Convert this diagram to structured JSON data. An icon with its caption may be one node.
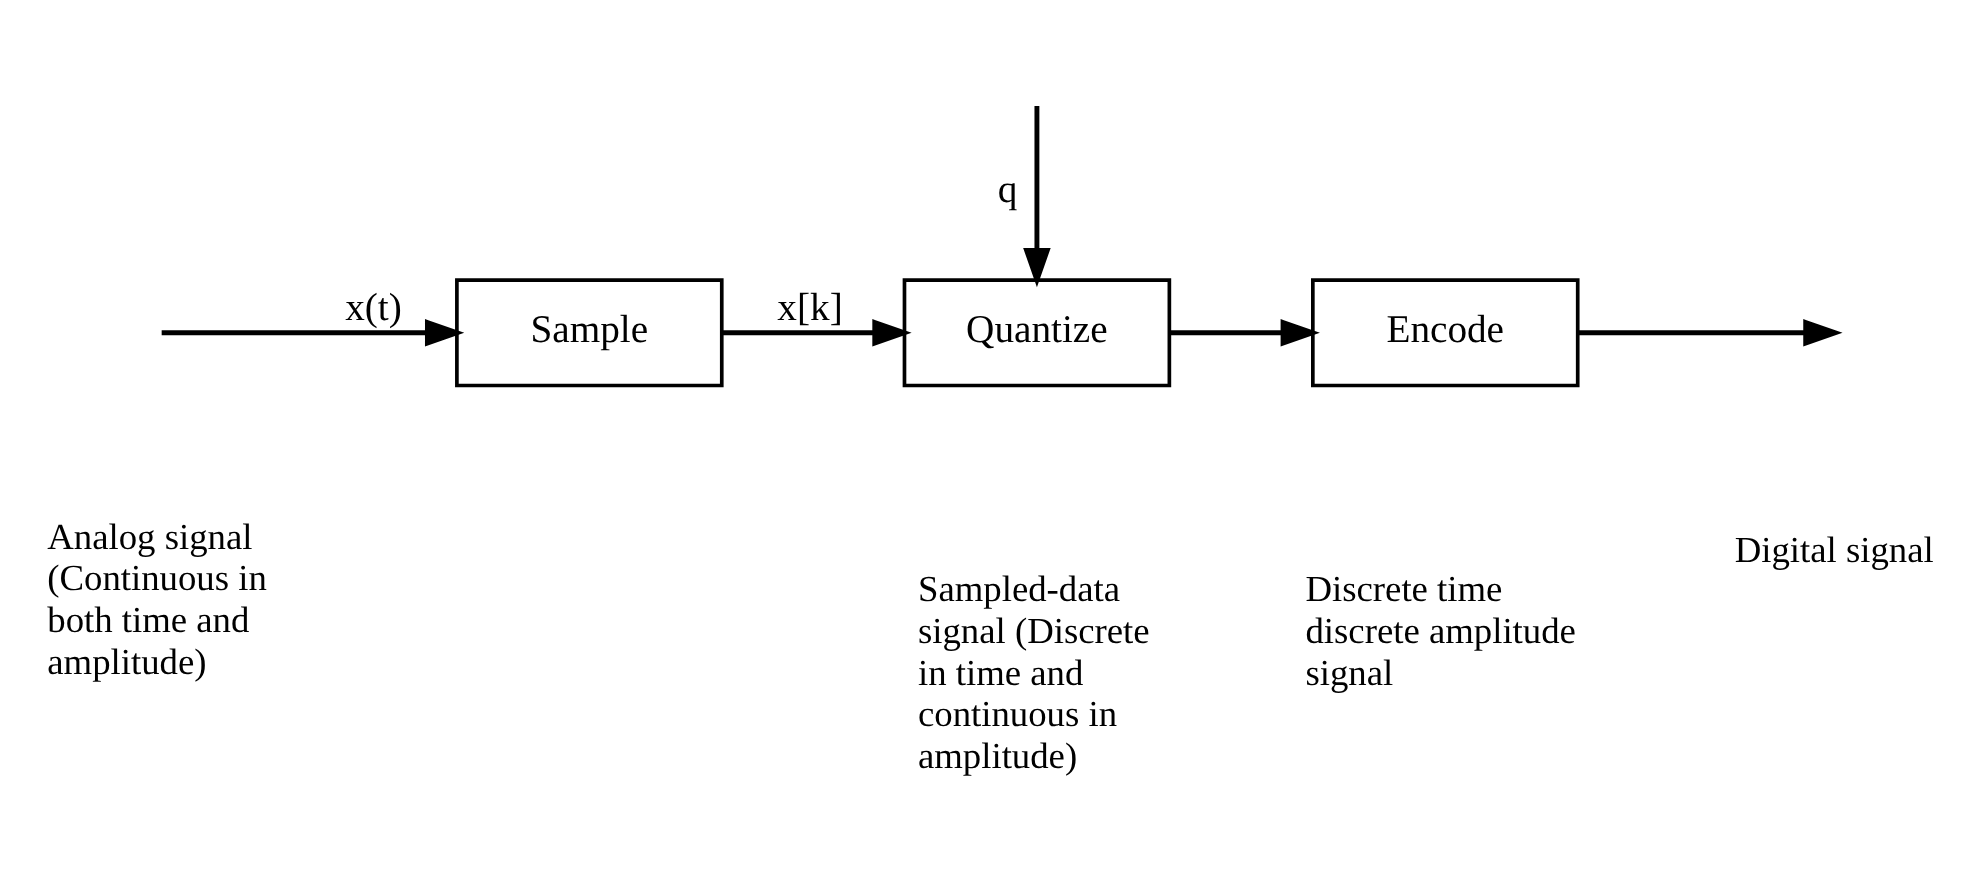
{
  "diagram": {
    "nodes": [
      {
        "text": [
          "Sample"
        ]
      },
      {
        "text": [
          "Quantize"
        ]
      },
      {
        "text": [
          "Encode"
        ]
      }
    ],
    "edges": [
      {
        "from": null,
        "to": 0,
        "arrow": "to",
        "label": "x(t)"
      },
      {
        "from": 0,
        "to": 1,
        "arrow": "to",
        "label": "x[k]"
      },
      {
        "from": null,
        "to": 1,
        "arrow": "to",
        "label": "q"
      },
      {
        "from": 1,
        "to": 2,
        "arrow": "to"
      },
      {
        "from": 2,
        "to": null,
        "arrow": "to"
      }
    ],
    "labels": [
      "Analog signal (Continuous in both time and amplitude)",
      "Sampled-data signal (Discrete in time and continuous in amplitude)",
      "Discrete time discrete amplitude signal",
      "Digital signal"
    ]
  }
}
